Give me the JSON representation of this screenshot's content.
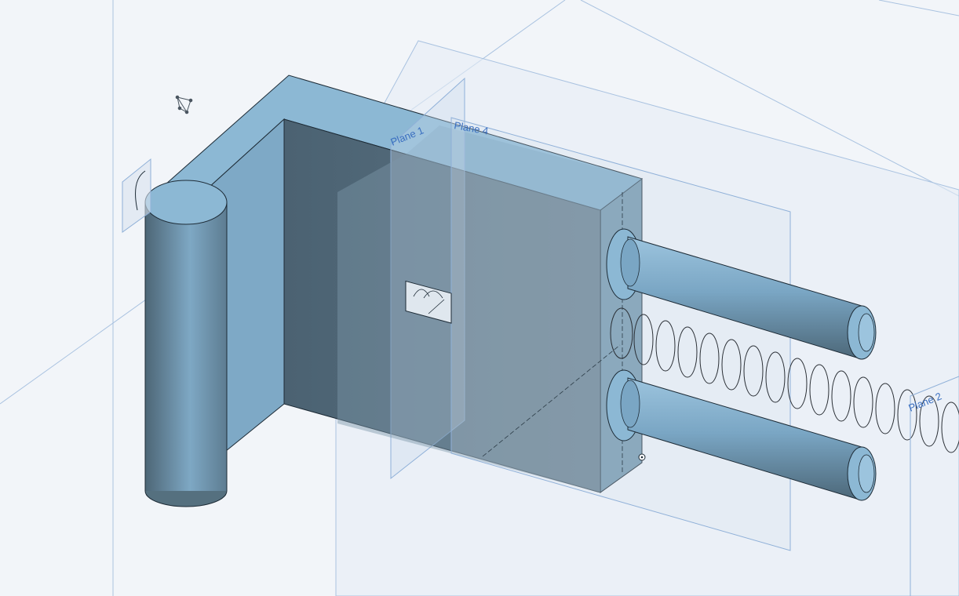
{
  "colors": {
    "background": "#f2f5f9",
    "plane_edge": "#8fb0d8",
    "plane_fill": "#dfe7f1",
    "plane_label": "#3a6fc0",
    "part_top": "#8cb8d4",
    "part_front": "#687f8e",
    "part_side": "#7ea9c6",
    "part_dark": "#4e6473",
    "edge": "#1d2b36",
    "spring": "#2a2f35"
  },
  "planes": [
    {
      "id": "plane-1",
      "label": "Plane 1"
    },
    {
      "id": "plane-4",
      "label": "Plane 4"
    },
    {
      "id": "plane-2",
      "label": "Plane 2"
    }
  ],
  "icons": {
    "sketch": "sketch-icon",
    "origin": "origin-point-icon"
  }
}
